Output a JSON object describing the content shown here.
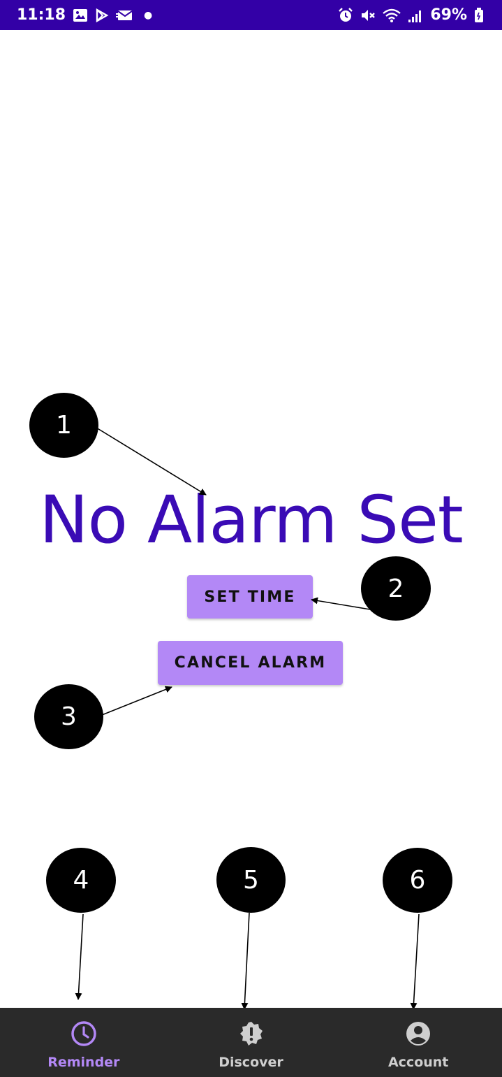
{
  "status_bar": {
    "time": "11:18",
    "battery": "69%",
    "left_icons": [
      "gallery-icon",
      "play-store-icon",
      "email-icon"
    ],
    "right_icons": [
      "alarm-icon",
      "mute-icon",
      "wifi-icon",
      "signal-icon",
      "battery-icon"
    ],
    "background": "#3300a6"
  },
  "main": {
    "headline": "No Alarm Set",
    "headline_color": "#3a0bb5",
    "set_time_label": "SET TIME",
    "cancel_alarm_label": "CANCEL ALARM",
    "button_color": "#b388f6"
  },
  "callouts": [
    "1",
    "2",
    "3",
    "4",
    "5",
    "6"
  ],
  "bottom_nav": {
    "background": "#2a2a2a",
    "items": [
      {
        "label": "Reminder",
        "icon": "clock-icon",
        "active": true
      },
      {
        "label": "Discover",
        "icon": "alert-badge-icon",
        "active": false
      },
      {
        "label": "Account",
        "icon": "account-circle-icon",
        "active": false
      }
    ]
  }
}
